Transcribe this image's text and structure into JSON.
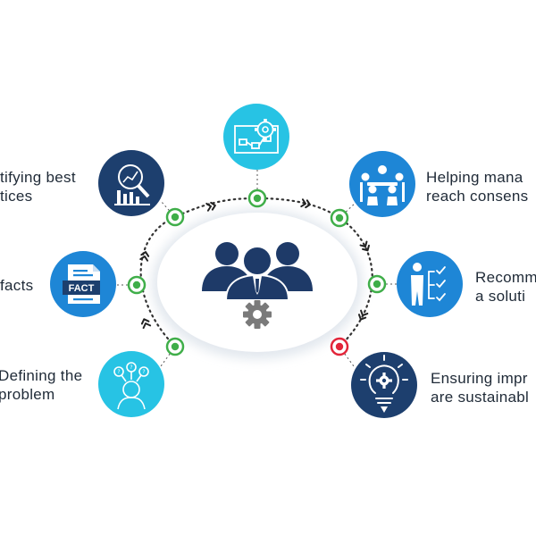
{
  "center": {
    "icon": "team-with-gear-icon",
    "gear_color": "#7a7a7a",
    "people_color": "#1e3a68"
  },
  "colors": {
    "navy": "#1d3f6e",
    "blue": "#1e86d6",
    "cyan": "#27c3e4",
    "node_green": "#3fae49",
    "node_red": "#e2253a",
    "path": "#333333",
    "text": "#1f2a37"
  },
  "steps": [
    {
      "id": "defining-problem",
      "icon": "question-head-icon",
      "line1": "Defining the",
      "line2": "problem"
    },
    {
      "id": "facts",
      "icon": "fact-document-icon",
      "line1": "facts",
      "line2": ""
    },
    {
      "id": "identifying-best-practices",
      "icon": "magnifier-chart-icon",
      "line1": "tifying best",
      "line2": "tices"
    },
    {
      "id": "process",
      "icon": "process-blueprint-gear-icon",
      "line1": "",
      "line2": ""
    },
    {
      "id": "helping-reach-consensus",
      "icon": "meeting-table-icon",
      "line1": "Helping mana",
      "line2": "reach consens"
    },
    {
      "id": "recommending-solution",
      "icon": "checklist-presenter-icon",
      "line1": "Recomm",
      "line2": "a soluti"
    },
    {
      "id": "ensuring-sustainable",
      "icon": "lightbulb-gear-icon",
      "line1": "Ensuring impr",
      "line2": "are sustainabl"
    }
  ]
}
